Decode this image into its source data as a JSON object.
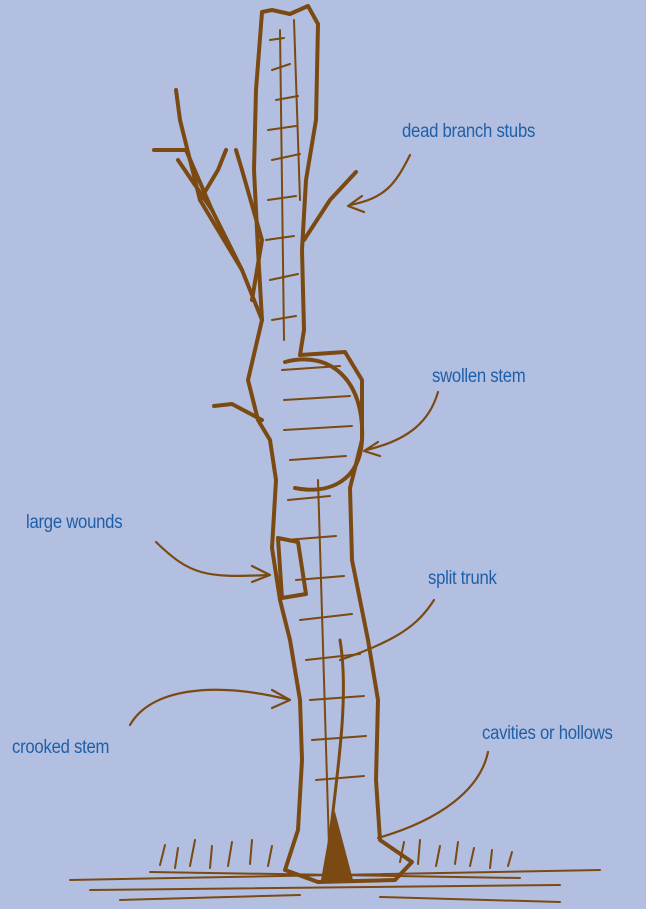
{
  "labels": {
    "dead_branch_stubs": "dead branch stubs",
    "swollen_stem": "swollen stem",
    "large_wounds": "large wounds",
    "split_trunk": "split trunk",
    "crooked_stem": "crooked stem",
    "cavities_or_hollows": "cavities or hollows"
  },
  "colors": {
    "background": "#b3bfe0",
    "ink": "#7a4a12",
    "label_text": "#1f5fa8"
  }
}
